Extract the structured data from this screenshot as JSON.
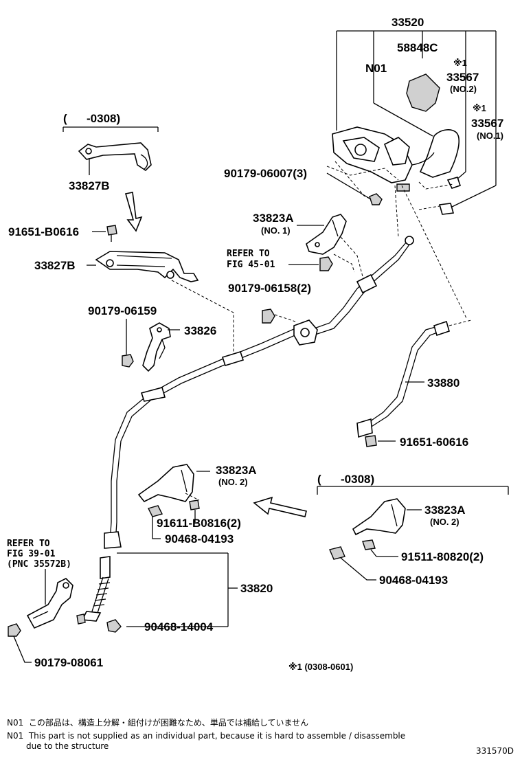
{
  "parts": {
    "p33520": "33520",
    "pN01": "N01",
    "p58848C": "58848C",
    "mark1a": "※1",
    "p33567_no2": "33567",
    "p33567_no2_note": "(NO.2)",
    "mark1b": "※1",
    "p33567_no1": "33567",
    "p33567_no1_note": "(NO.1)",
    "range_top": "(      -0308)",
    "p33827B_top": "33827B",
    "p91651_B0616": "91651-B0616",
    "p33827B_mid": "33827B",
    "p90179_06007": "90179-06007(3)",
    "p33823A_no1": "33823A",
    "p33823A_no1_note": "(NO. 1)",
    "refer45_a": "REFER TO",
    "refer45_b": "FIG 45-01",
    "p90179_06158": "90179-06158(2)",
    "p90179_06159": "90179-06159",
    "p33826": "33826",
    "p33880": "33880",
    "p91651_60616": "91651-60616",
    "p33823A_no2": "33823A",
    "p33823A_no2_note": "(NO. 2)",
    "range_bottom": "(      -0308)",
    "p33823A_no2b": "33823A",
    "p33823A_no2b_note": "(NO. 2)",
    "p91611_B0816": "91611-B0816(2)",
    "p90468_04193": "90468-04193",
    "p91511_80820": "91511-80820(2)",
    "p90468_04193b": "90468-04193",
    "refer39_a": "REFER TO",
    "refer39_b": "FIG 39-01",
    "refer39_c": "(PNC 35572B)",
    "p33820": "33820",
    "p90468_14004": "90468-14004",
    "p90179_08061": "90179-08061",
    "note_range": "※1 (0308-0601)"
  },
  "footer": {
    "code_ja": "N01",
    "text_ja": "この部品は、構造上分解・組付けが困難なため、単品では補給していません",
    "code_en": "N01",
    "text_en": "This part is not supplied as an individual part, because it is hard to assemble / disassemble",
    "text_en2": "due to the structure",
    "diagram_code": "331570D"
  }
}
